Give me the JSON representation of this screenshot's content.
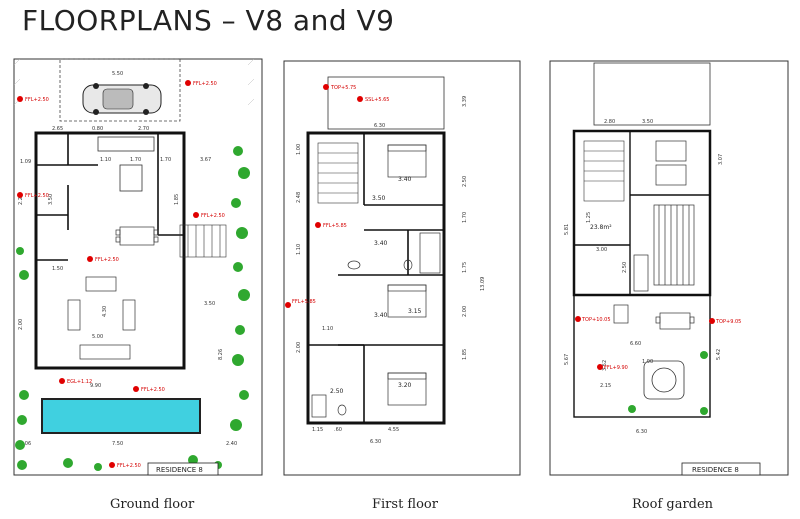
{
  "page": {
    "title": "FLOORPLANS – V8 and V9",
    "colors": {
      "line": "#222222",
      "marker": "#e00000",
      "pool": "#40d0e0",
      "tree": "#2fa82f",
      "window": "#3a7bd5"
    }
  },
  "ground": {
    "caption": "Ground floor",
    "residence": "RESIDENCE 8",
    "dims": {
      "carport_w": "5.50",
      "d1": "2.65",
      "d2": "0.80",
      "d3": "2.70",
      "d4": "1.10",
      "d5": "1.70",
      "d6": "1.70",
      "d7": "3.67",
      "d8": "3.50",
      "d9": "4.30",
      "d10": "5.00",
      "d11": "9.90",
      "d12": "7.50",
      "d13": "1.06",
      "d14": "2.40",
      "d15": "2.00",
      "d16": "1.09",
      "d17": "2.27",
      "d18": "3.50",
      "d19": "1.85",
      "d20": "8.26",
      "d21": "1.50"
    },
    "levels": {
      "ffl1": "FFL+2.50",
      "ffl2": "FFL+2.50",
      "ffl3": "FFL+2.50",
      "ffl4": "FFL+2.50",
      "ffl5": "FFL+2.50",
      "egl": "EGL+1.12",
      "ffl6": "FFL+2.50",
      "ffl7": "FFL+2.50"
    }
  },
  "first": {
    "caption": "First floor",
    "dims": {
      "top_w": "6.30",
      "r1": "3.40",
      "r2": "3.50",
      "r3": "3.40",
      "r4": "3.40",
      "r5": "3.15",
      "r6": "3.20",
      "r7": "2.50",
      "b1": "1.15",
      "b2": ".60",
      "b3": "4.55",
      "bottom_w": "6.30",
      "v1": "3.39",
      "v2": "2.50",
      "v3": "1.70",
      "v4": "1.75",
      "v5": "2.00",
      "v6": "1.85",
      "v7": "13.09",
      "l1": "2.48",
      "l2": "1.00",
      "l3": "1.10",
      "l4": "2.00",
      "l5": "1.10"
    },
    "levels": {
      "top": "TOP+5.75",
      "ssl": "SSL+5.65",
      "ffl1": "FFL+5.85",
      "ffl2": "FFL+5.85"
    }
  },
  "roof": {
    "caption": "Roof garden",
    "residence": "RESIDENCE 8",
    "area": "23.8m²",
    "dims": {
      "t1": "2.80",
      "t2": "3.50",
      "v1": "3.07",
      "v2": "5.81",
      "r1": "3.00",
      "r2": "2.50",
      "r3": "1.25",
      "r4": "6.60",
      "r5": "1.90",
      "r6": "2.15",
      "r7": "3.52",
      "r8": "5.42",
      "r9": "5.67",
      "bottom_w": "6.30"
    },
    "levels": {
      "top1": "TOP+10.05",
      "top2": "TOP+9.05",
      "ffl": "FFL+9.90"
    }
  }
}
